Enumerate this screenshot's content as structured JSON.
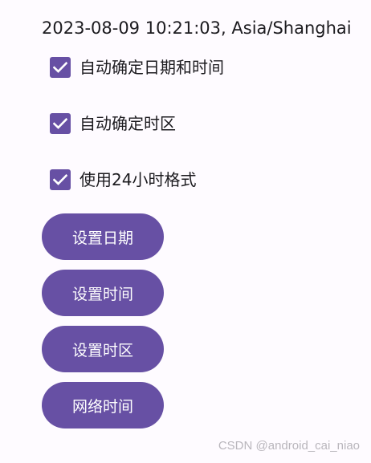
{
  "header": {
    "datetime": "2023-08-09 10:21:03, Asia/Shanghai"
  },
  "checkboxes": [
    {
      "label": "自动确定日期和时间",
      "checked": true
    },
    {
      "label": "自动确定时区",
      "checked": true
    },
    {
      "label": "使用24小时格式",
      "checked": true
    }
  ],
  "buttons": {
    "set_date": "设置日期",
    "set_time": "设置时间",
    "set_timezone": "设置时区",
    "network_time": "网络时间"
  },
  "watermark": "CSDN @android_cai_niao",
  "colors": {
    "accent": "#6750A4",
    "background": "#FEFBFF",
    "text": "#1C1B1F"
  }
}
